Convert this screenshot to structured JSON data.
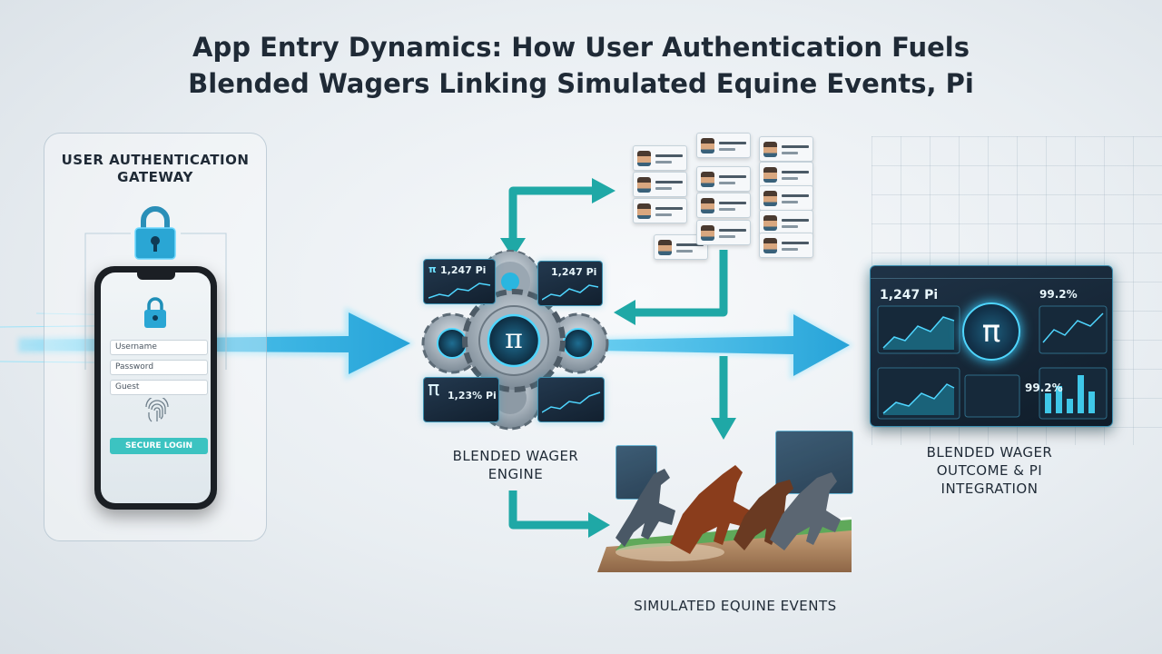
{
  "title": {
    "line1": "App Entry Dynamics: How User Authentication Fuels",
    "line2": "Blended Wagers Linking Simulated Equine Events, Pi"
  },
  "auth": {
    "title_line1": "USER AUTHENTICATION",
    "title_line2": "GATEWAY",
    "username_placeholder": "Username",
    "password_placeholder": "Password",
    "extra_field": "Guest",
    "login_button": "SECURE LOGIN"
  },
  "engine": {
    "label_line1": "BLENDED WAGER",
    "label_line2": "ENGINE",
    "card_value_1": "1,247 Pi",
    "card_value_2": "1,247 Pi",
    "card_value_3": "1,23% Pi",
    "pi_symbol": "π"
  },
  "outcome": {
    "label_line1": "BLENDED WAGER",
    "label_line2": "OUTCOME & PI",
    "label_line3": "INTEGRATION",
    "value": "1,247 Pi",
    "percent_top": "99.2%",
    "percent_bottom": "99.2%",
    "pi_symbol": "π"
  },
  "race": {
    "label": "SIMULATED EQUINE EVENTS"
  },
  "colors": {
    "accent_teal": "#1fa8a6",
    "glow_cyan": "#3ccfff",
    "dark_panel": "#12202f"
  }
}
